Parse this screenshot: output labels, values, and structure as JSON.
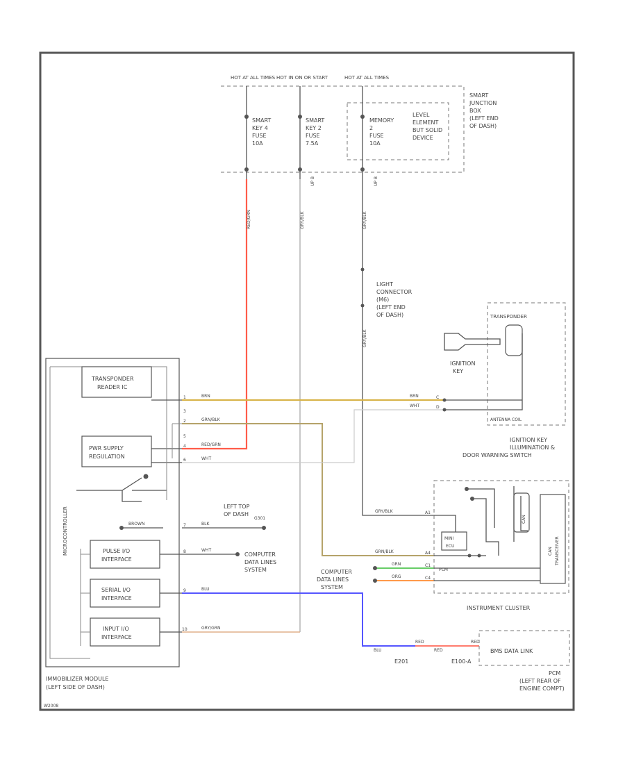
{
  "fuse_feed_labels": [
    "HOT AT ALL TIMES",
    "HOT IN ON OR START",
    "HOT AT ALL TIMES"
  ],
  "smart_junction_label": [
    "SMART",
    "JUNCTION",
    "BOX",
    "(LEFT END",
    "OF DASH)"
  ],
  "fuse_labels": [
    [
      "SMART",
      "KEY 4",
      "FUSE",
      "10A"
    ],
    [
      "SMART",
      "KEY 2",
      "FUSE",
      "7.5A"
    ],
    [
      "MEMORY",
      "2",
      "FUSE",
      "10A"
    ]
  ],
  "solid_state_label": [
    "LEVEL",
    "ELEMENT",
    "BUT SOLID",
    "DEVICE"
  ],
  "splice_labels": [
    "UP B",
    "UP B"
  ],
  "wire_colors": {
    "red_grn": "RED/GRN",
    "gry_blk_left": "GRY/BLK",
    "gry_blk_center": "GRY/BLK",
    "gry_blk_center_lower": "GRY/BLK",
    "brn_top": "BRN",
    "brn_right": "BRN",
    "grn_blk": "GRN/BLK",
    "red_grn_lower": "RED/GRN",
    "wht_lower": "WHT",
    "wht_right": "WHT",
    "gry_blk_right": "GRY/BLK",
    "grn_blk_right": "GRN/BLK",
    "brown": "BROWN",
    "blk": "BLK",
    "wht_data": "WHT",
    "blu": "BLU",
    "gry_grn": "GRY/GRN",
    "grn": "GRN",
    "org": "ORG",
    "blu_bottom": "BLU",
    "red": "RED",
    "red_right": "RED",
    "red_right2": "RED"
  },
  "light_connector_label": [
    "LIGHT",
    "CONNECTOR",
    "(M6)",
    "(LEFT END",
    "OF DASH)"
  ],
  "immobilizer_parts": {
    "transponder_reader": [
      "TRANSPONDER",
      "READER IC"
    ],
    "power_supply": [
      "PWR SUPPLY",
      "REGULATION"
    ],
    "microcontroller": "MICROCONTROLLER",
    "pulse_interface": [
      "PULSE I/O",
      "INTERFACE"
    ],
    "serial_interface": [
      "SERIAL I/O",
      "INTERFACE"
    ],
    "input_interface": [
      "INPUT I/O",
      "INTERFACE"
    ]
  },
  "immobilizer_label": [
    "IMMOBILIZER MODULE",
    "(LEFT SIDE OF DASH)"
  ],
  "pin_labels": {
    "p1": "1",
    "p3": "3",
    "p2": "2",
    "p5": "5",
    "p4": "4",
    "p6": "6",
    "p7": "7",
    "p8": "8",
    "p9": "9",
    "p10": "10",
    "key_c": "C",
    "key_d": "D",
    "cluster_a": "A1",
    "cluster_b": "A4",
    "cluster_c": "C1",
    "cluster_d": "C4"
  },
  "ignition_switch": {
    "transponder": "TRANSPONDER",
    "ignition_key": [
      "IGNITION",
      "KEY"
    ],
    "antenna": "ANTENNA COIL",
    "label": [
      "IGNITION KEY",
      "ILLUMINATION &",
      "DOOR WARNING SWITCH"
    ]
  },
  "left_top_label": [
    "LEFT TOP",
    "OF DASH"
  ],
  "ground_label": "G301",
  "computer_data_lines_1": [
    "COMPUTER",
    "DATA LINES",
    "SYSTEM"
  ],
  "computer_data_lines_2": [
    "COMPUTER",
    "DATA LINES",
    "SYSTEM"
  ],
  "instrument_cluster": {
    "label": "INSTRUMENT CLUSTER",
    "mini_ecu": [
      "MINI",
      "ECU"
    ],
    "can_transceiver": [
      "CAN",
      "TRANSCEIVER"
    ],
    "pcm_label": "PCM",
    "sub_label": "CAN"
  },
  "pcm": {
    "box_label": "BMS DATA LINK",
    "label": [
      "PCM",
      "(LEFT REAR OF",
      "ENGINE COMPT)"
    ],
    "connector_left": "E201",
    "connector_right": "E100-A"
  },
  "figure_code": "W2008"
}
